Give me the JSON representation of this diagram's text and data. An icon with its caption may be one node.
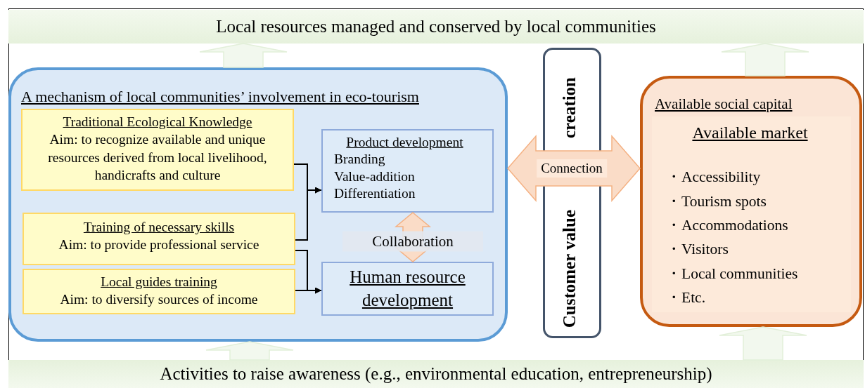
{
  "diagram": {
    "nodes": [
      {
        "text": [
          "Local resources managed and conserved by local communities"
        ]
      },
      {
        "text": [
          "A mechanism of local communities’ involvement in eco-tourism"
        ]
      },
      {
        "text": [
          "Traditional Ecological Knowledge",
          "Aim: to recognize available and unique resources derived from local livelihood, handicrafts and culture"
        ],
        "in": 1
      },
      {
        "text": [
          "Training of necessary skills",
          "Aim: to provide professional service"
        ],
        "in": 1
      },
      {
        "text": [
          "Local guides training",
          "Aim: to diversify sources of income"
        ],
        "in": 1
      },
      {
        "text": [
          "Product development",
          "Branding",
          "Value-addition",
          "Differentiation"
        ],
        "in": 1
      },
      {
        "text": [
          "Human resource development"
        ],
        "in": 1
      },
      {
        "text": [
          "Customer value",
          "creation"
        ]
      },
      {
        "text": [
          "Available social capital"
        ]
      },
      {
        "text": [
          "Available market",
          "・Accessibility",
          "・Tourism spots",
          "・Accommodations",
          "・Visitors",
          "・Local communities",
          "・Etc."
        ],
        "in": 8
      },
      {
        "text": [
          "Activities to raise awareness (e.g., environmental education, entrepreneurship)"
        ]
      }
    ],
    "edges": [
      {
        "from": 2,
        "to": 5,
        "arrow": "to"
      },
      {
        "from": 3,
        "to": 5,
        "arrow": "to"
      },
      {
        "from": 3,
        "to": 6,
        "arrow": "to"
      },
      {
        "from": 4,
        "to": 6,
        "arrow": "to"
      },
      {
        "from": 5,
        "to": 6,
        "arrow": "both",
        "label": "Collaboration",
        "style": "thick",
        "color": "#f4b183"
      },
      {
        "from": 1,
        "to": 8,
        "arrow": "both",
        "label": "Connection",
        "style": "thick",
        "color": "#f4b183"
      },
      {
        "from": 1,
        "to": 0,
        "arrow": "to",
        "style": "thick",
        "color": "#e2efd9"
      },
      {
        "from": 8,
        "to": 0,
        "arrow": "to",
        "style": "thick",
        "color": "#e2efd9"
      },
      {
        "from": 10,
        "to": 1,
        "arrow": "to",
        "style": "thick",
        "color": "#e2efd9"
      },
      {
        "from": 10,
        "to": 8,
        "arrow": "to",
        "style": "thick",
        "color": "#e2efd9"
      }
    ]
  }
}
